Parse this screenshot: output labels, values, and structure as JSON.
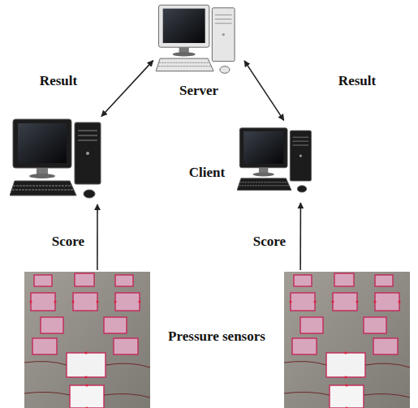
{
  "diagram": {
    "nodes": [
      {
        "text": [
          "Server"
        ]
      },
      {
        "text": []
      },
      {
        "text": []
      },
      {
        "text": []
      },
      {
        "text": []
      }
    ],
    "edges": [
      {
        "from": 1,
        "to": 0,
        "arrow": "both",
        "label": "Result"
      },
      {
        "from": 0,
        "to": 2,
        "arrow": "both",
        "label": "Result"
      },
      {
        "from": 3,
        "to": 1,
        "arrow": "to",
        "label": "Score"
      },
      {
        "from": 4,
        "to": 2,
        "arrow": "to",
        "label": "Score"
      }
    ],
    "labels": [
      "Client",
      "Pressure sensors"
    ]
  }
}
